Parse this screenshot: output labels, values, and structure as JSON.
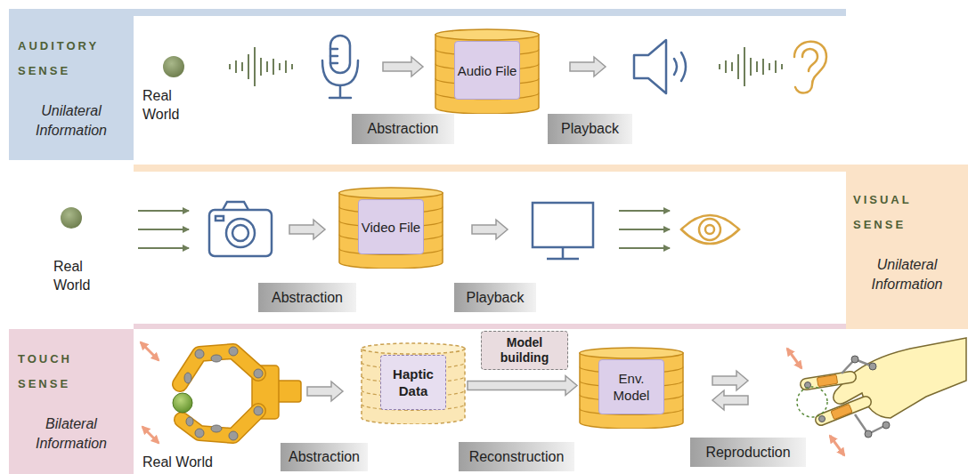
{
  "diagram": {
    "nodes": [
      {
        "text": [
          "AUDITORY SENSE",
          "Unilateral Information"
        ]
      },
      {
        "text": [
          "Audio File"
        ]
      },
      {
        "text": [
          "Abstraction"
        ]
      },
      {
        "text": [
          "Playback"
        ]
      },
      {
        "text": [
          "VISUAL SENSE",
          "Unilateral Information"
        ]
      },
      {
        "text": [
          "Video File"
        ]
      },
      {
        "text": [
          "Abstraction"
        ]
      },
      {
        "text": [
          "Playback"
        ]
      },
      {
        "text": [
          "TOUCH SENSE",
          "Bilateral Information"
        ]
      },
      {
        "text": [
          "Haptic Data"
        ]
      },
      {
        "text": [
          "Model building"
        ]
      },
      {
        "text": [
          "Env. Model"
        ]
      },
      {
        "text": [
          "Abstraction"
        ]
      },
      {
        "text": [
          "Reconstruction"
        ]
      },
      {
        "text": [
          "Reproduction"
        ]
      }
    ],
    "edges": [
      {
        "from": 9,
        "to": 11,
        "arrow": "to"
      }
    ],
    "labels": [
      "Real World",
      "Real World",
      "Real World"
    ]
  }
}
